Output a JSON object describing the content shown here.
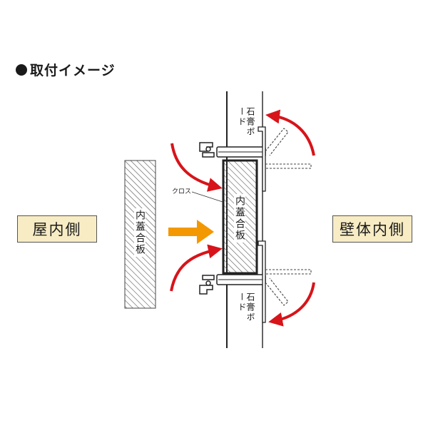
{
  "title": "取付イメージ",
  "labels": {
    "indoor_side": "屋内側",
    "wall_side": "壁体内側",
    "panel_left": "内蓋合板",
    "panel_installed": "内蓋合板",
    "gypsum_top": "石膏ボード",
    "gypsum_bottom": "石膏ボード",
    "cloth": "クロス"
  },
  "colors": {
    "insert_arrow": "#f39800",
    "rotation_arrows": "#d7141a",
    "label_background": "#f7ecc4"
  }
}
